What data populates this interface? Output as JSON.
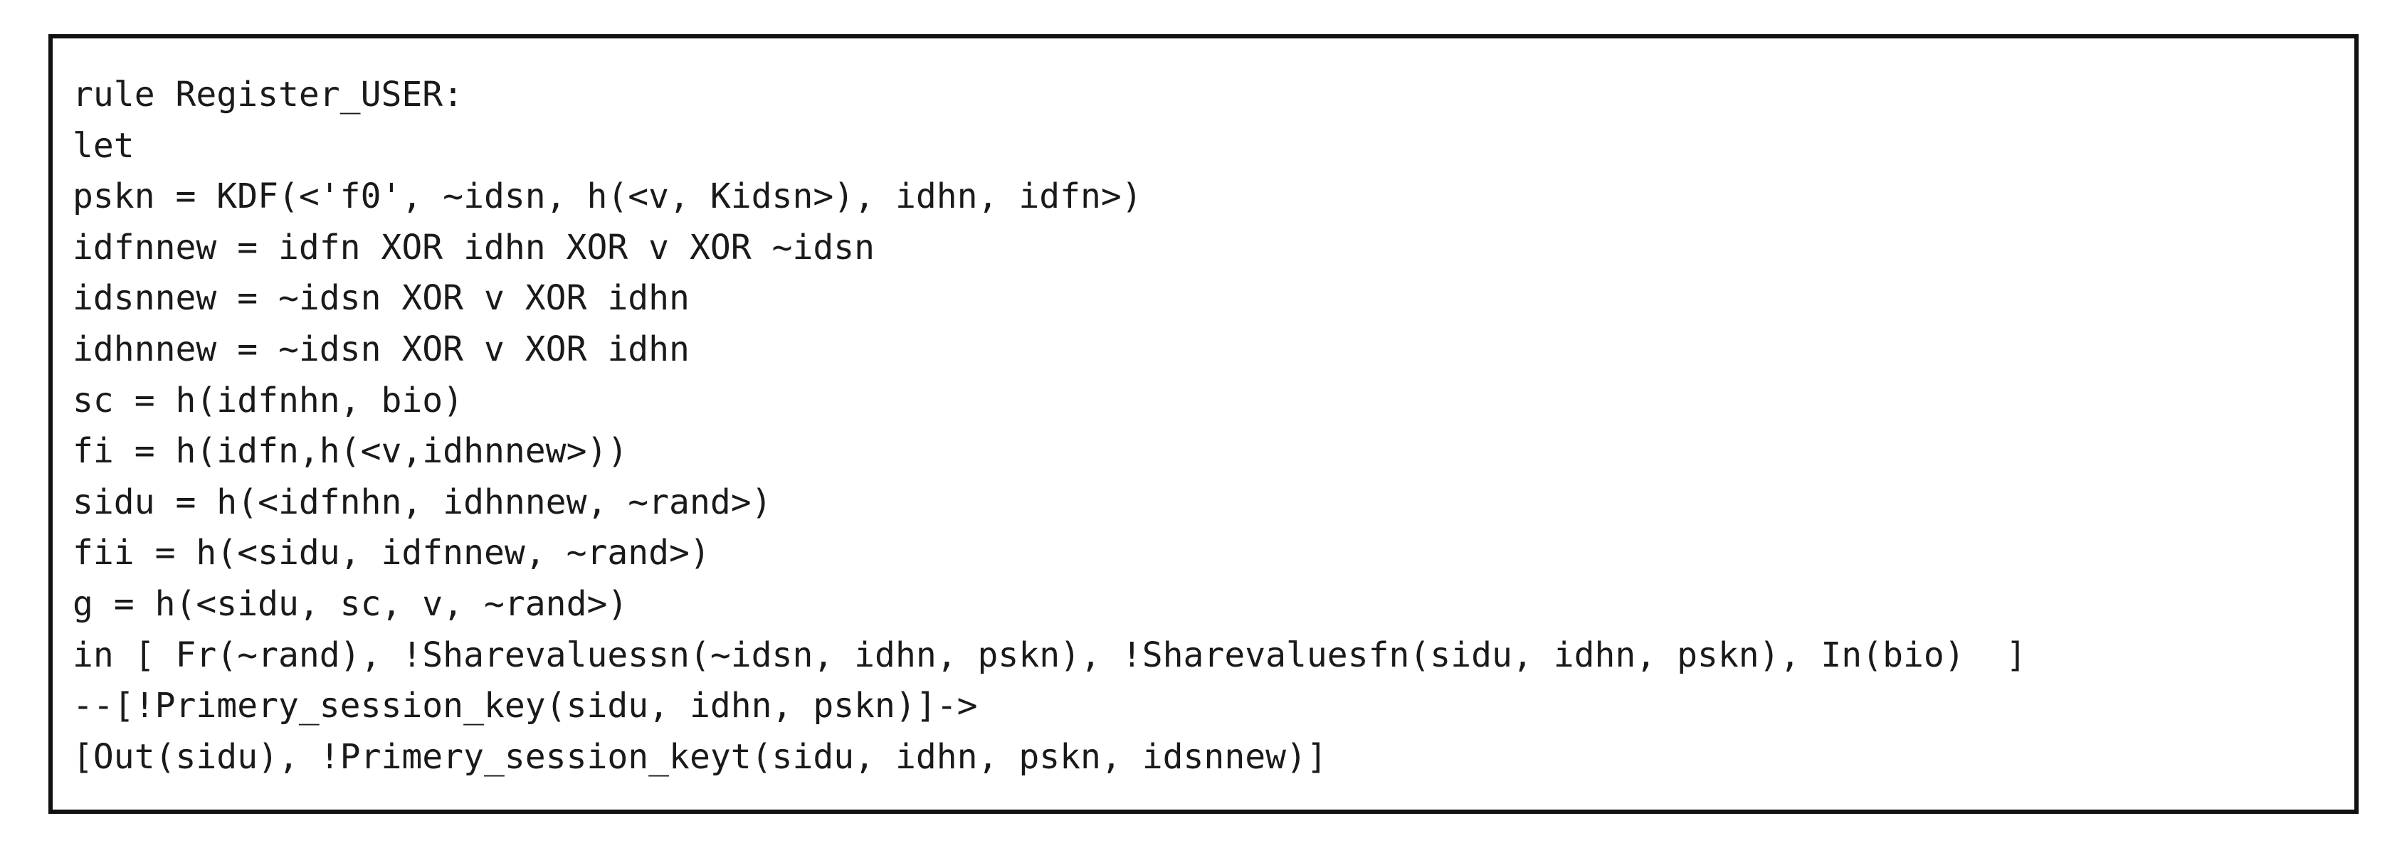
{
  "code": {
    "lines": [
      "rule Register_USER:",
      "let",
      "pskn = KDF(<'f0', ~idsn, h(<v, Kidsn>), idhn, idfn>)",
      "idfnnew = idfn XOR idhn XOR v XOR ~idsn",
      "idsnnew = ~idsn XOR v XOR idhn",
      "idhnnew = ~idsn XOR v XOR idhn",
      "sc = h(idfnhn, bio)",
      "fi = h(idfn,h(<v,idhnnew>))",
      "sidu = h(<idfnhn, idhnnew, ~rand>)",
      "fii = h(<sidu, idfnnew, ~rand>)",
      "g = h(<sidu, sc, v, ~rand>)",
      "in [ Fr(~rand), !Sharevaluessn(~idsn, idhn, pskn), !Sharevaluesfn(sidu, idhn, pskn), In(bio)  ]",
      "--[!Primery_session_key(sidu, idhn, pskn)]->",
      "[Out(sidu), !Primery_session_keyt(sidu, idhn, pskn, idsnnew)]"
    ]
  }
}
